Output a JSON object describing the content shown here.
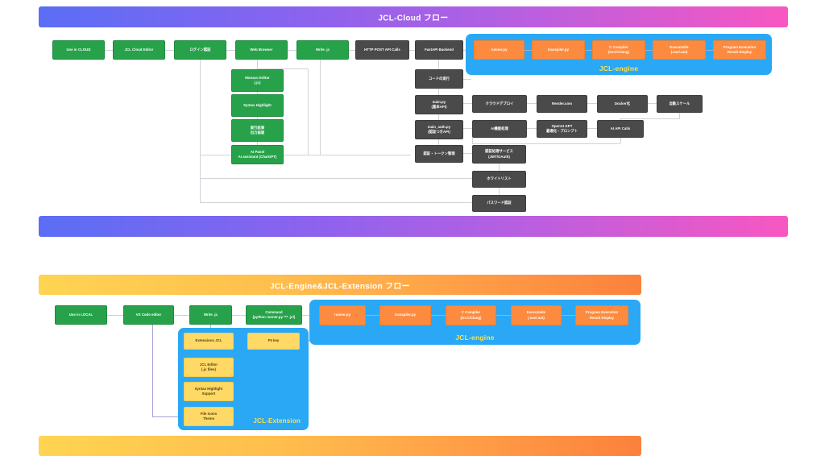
{
  "sections": [
    {
      "id": "cloud",
      "banner_title": "JCL-Cloud フロー",
      "engine_label": "JCL-engine",
      "nodes": {
        "use_in_cloud": "Use in CLOUD",
        "jcl_cloud_editor": "JCL Cloud Editor",
        "login_auth": "ログイン認証",
        "web_browser": "Web Browser",
        "write_jc": "Write .jc",
        "http_post": "HTTP POST API Calls",
        "fastapi_backend": "FastAPI Backend",
        "monaco_editor": "Monaco Editor\n(.jc)",
        "syntax_highlight": "Syntax Highlight",
        "exec_result": "実行結果\n出力画面",
        "ai_panel": "AI Panel\nAI assistant (ChatGPT)",
        "code_exec": "コードの実行",
        "main_py": "main.py\n(基本API)",
        "main_auth_py": "main_auth.py\n(認証つきAPI)",
        "auth_token": "認証・トークン管理",
        "cloud_deploy": "クラウドデプロイ",
        "render_com": "Render.com",
        "dockerize": "Docker化",
        "auto_scale": "自動スケール",
        "ai_process": "AI機能処理",
        "openai_gpt": "OpenAI GPT\n最適化・プロンプト",
        "ai_api_calls": "AI API Calls",
        "auth_service": "認証処理サービス\n(JWT/OAuth)",
        "whitelist": "ホワイトリスト",
        "password_auth": "パスワード認証"
      },
      "engine_nodes": {
        "runner": "runner.py",
        "transpiler": "transpiler.py",
        "compiler": "C Compiler\n(GCC/Clang)",
        "executable": "Executable\n(.exe/.out)",
        "result": "Program Execution\nResult Display"
      }
    },
    {
      "id": "engine_extension",
      "banner_title": "JCL-Engine&JCL-Extension フロー",
      "engine_label": "JCL-engine",
      "extension_label": "JCL-Extension",
      "nodes": {
        "use_in_local": "Use in LOCAL",
        "vscode_editor": "VS Code editor",
        "write_jc": "Write .jc",
        "command": "Command\n(python runner.py *** .jcl)"
      },
      "engine_nodes": {
        "runner": "runner.py",
        "transpiler": "transpiler.py",
        "compiler": "C Compiler\n(GCC/Clang)",
        "executable": "Executable\n(.exe/.out)",
        "result": "Program Execution\nResult Display"
      },
      "extension_nodes": {
        "extensions_jcl": "Extensions JCL",
        "f5_key": "F5 key",
        "jcl_editor": "JCL Editor\n(.jc files)",
        "syntax_support": "Syntax Highlight\nSupport",
        "file_icons": "File Icons\nTheme"
      }
    }
  ],
  "colors": {
    "green": "#27a24a",
    "gray": "#4a4a4a",
    "orange": "#fc8b3f",
    "yellow": "#ffd966",
    "panel_blue": "#2aa8f5",
    "panel_label": "#ffe14d",
    "gradient_purple_start": "#5a6ef5",
    "gradient_purple_end": "#f857c1",
    "gradient_orange_start": "#ffd452",
    "gradient_orange_end": "#fb813c"
  }
}
